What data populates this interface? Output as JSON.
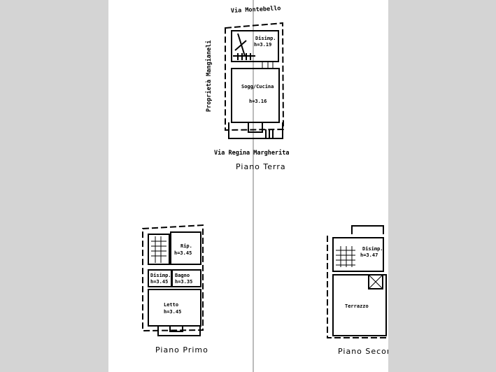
{
  "streets": {
    "north": "Via Montebello",
    "south": "Via Regina Margherita",
    "west": "Proprietà Mangianeli"
  },
  "floors": [
    {
      "title": "Piano Terra",
      "rooms": [
        {
          "name": "Disimp.",
          "height": "h=3.19"
        },
        {
          "name": "Sogg/Cucina",
          "height": "h=3.16"
        }
      ]
    },
    {
      "title": "Piano Primo",
      "rooms": [
        {
          "name": "Rip.",
          "height": "h=3.45"
        },
        {
          "name": "Disimp.",
          "height": "h=3.45"
        },
        {
          "name": "Bagno",
          "height": "h=3.35"
        },
        {
          "name": "Letto",
          "height": "h=3.45"
        }
      ]
    },
    {
      "title": "Piano Secor",
      "rooms": [
        {
          "name": "Disimp.",
          "height": "h=3.47"
        },
        {
          "name": "Terrazzo",
          "height": ""
        }
      ]
    }
  ]
}
